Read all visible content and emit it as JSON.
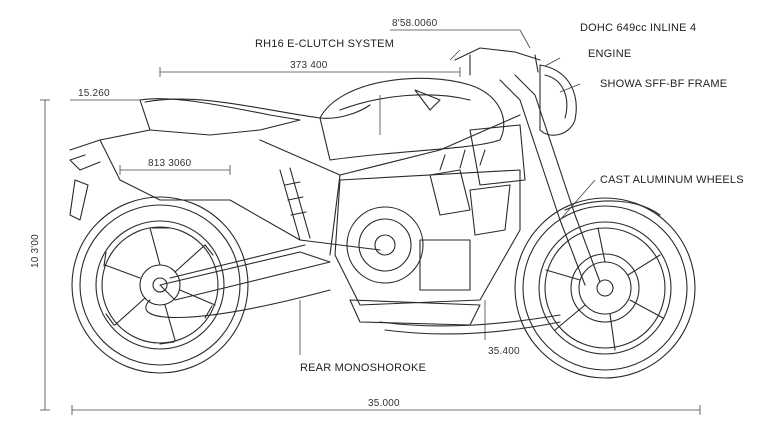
{
  "callouts": {
    "dohc": "DOHC 649cc INLINE 4",
    "engine": "ENGINE",
    "frame": "SHOWA SFF-BF FRAME",
    "eclutch": "RH16 E-CLUTCH SYSTEM",
    "wheels": "CAST ALUMINUM WHEELS",
    "rear_shock": "REAR MONOSHOROKE"
  },
  "dimensions": {
    "top_right": "8'58.0060",
    "tank_span": "373 400",
    "left_top": "15.260",
    "mid_left": "813 3060",
    "left_vertical": "10 3'00",
    "front_lower": "35.400",
    "overall": "35.000"
  },
  "colors": {
    "line": "#2a2a2a",
    "ink": "#222222",
    "paper": "#ffffff"
  }
}
